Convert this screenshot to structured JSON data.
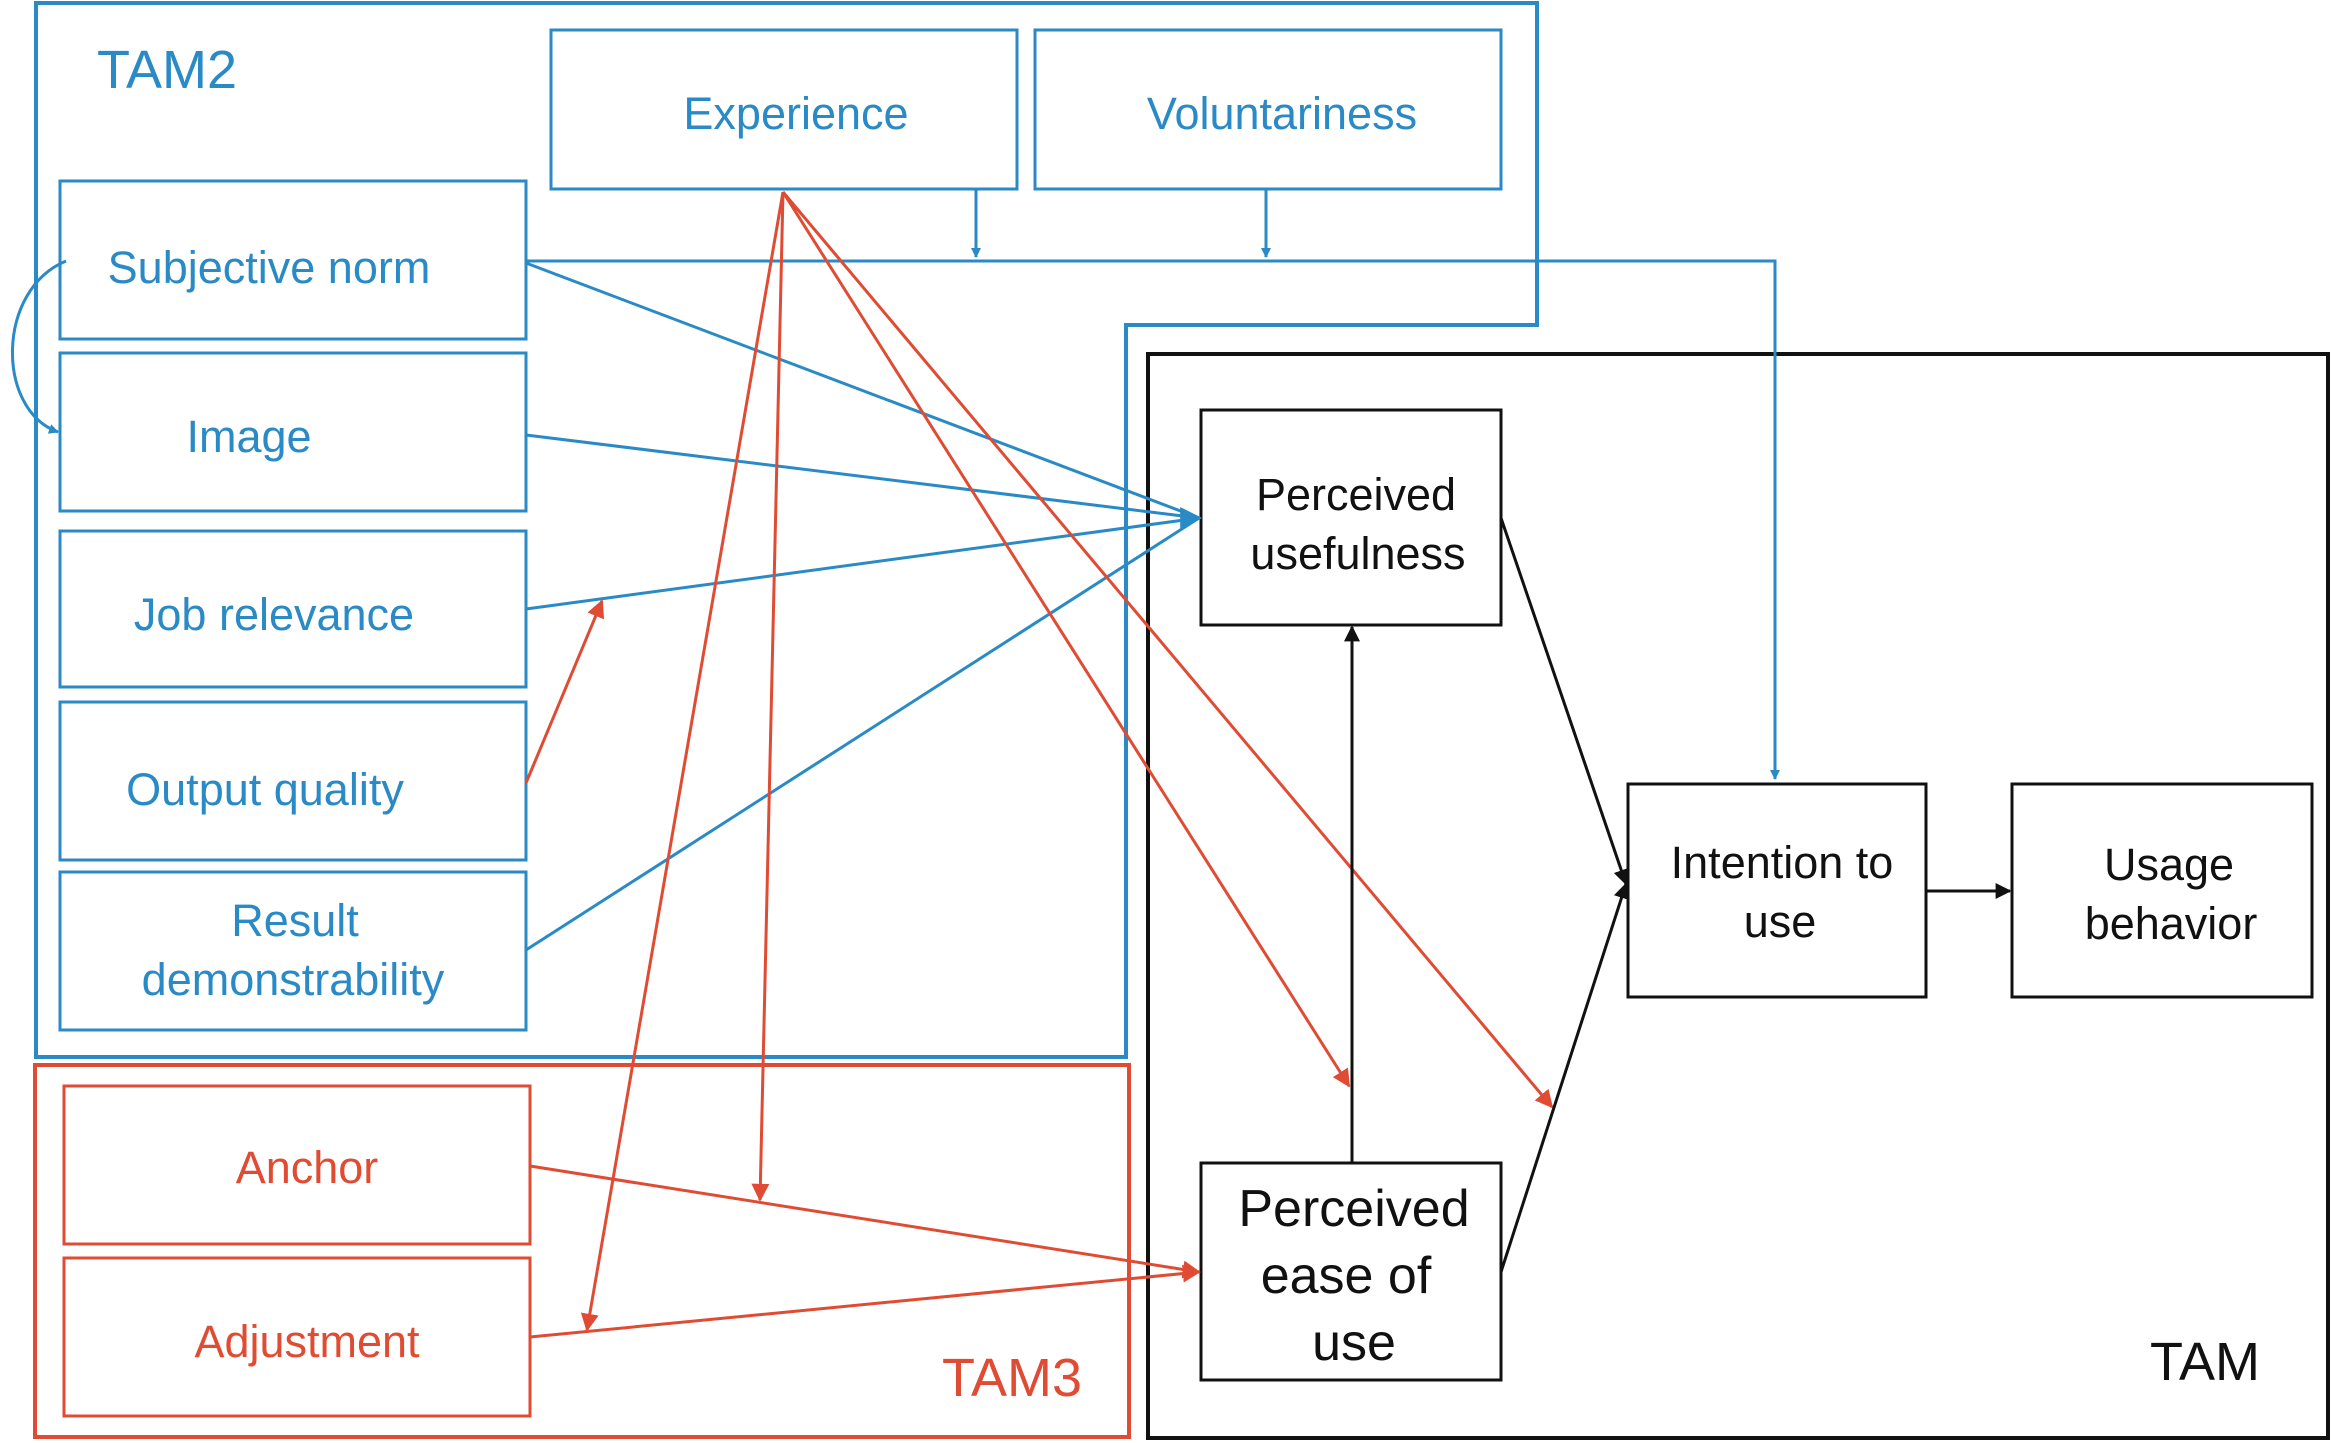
{
  "colors": {
    "tam2": "#2a8ac5",
    "tam3": "#e04b33",
    "tam": "#111111"
  },
  "groups": {
    "tam2": "TAM2",
    "tam3": "TAM3",
    "tam": "TAM"
  },
  "nodes": {
    "experience": "Experience",
    "voluntariness": "Voluntariness",
    "subjective_norm": "Subjective norm",
    "image": "Image",
    "job_relevance": "Job relevance",
    "output_quality": "Output quality",
    "result_demonstrability": [
      "Result",
      "demonstrability"
    ],
    "anchor": "Anchor",
    "adjustment": "Adjustment",
    "perceived_usefulness": [
      "Perceived",
      "usefulness"
    ],
    "perceived_ease_of_use": [
      "Perceived",
      "ease of",
      "use"
    ],
    "intention_to_use": [
      "Intention to",
      "use"
    ],
    "usage_behavior": [
      "Usage",
      "behavior"
    ]
  }
}
